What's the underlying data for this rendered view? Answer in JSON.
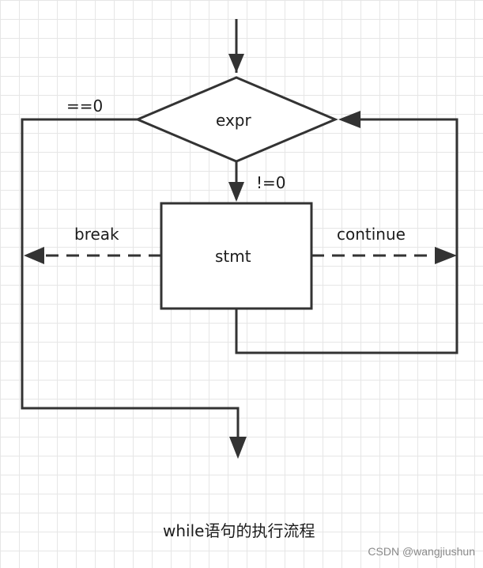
{
  "diagram": {
    "decision_label": "expr",
    "process_label": "stmt",
    "false_branch_label": "==0",
    "true_branch_label": "!=0",
    "break_label": "break",
    "continue_label": "continue",
    "grid": true,
    "line_color": "#333333",
    "fill_color": "#ffffff"
  },
  "caption": "while语句的执行流程",
  "watermark": "CSDN @wangjiushun"
}
